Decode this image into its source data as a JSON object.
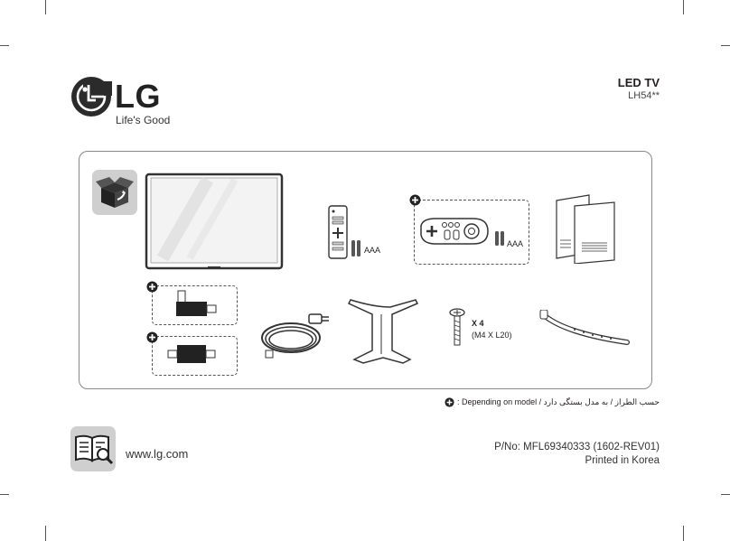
{
  "brand": {
    "logo_letters": "LG",
    "tagline": "Life's Good"
  },
  "product": {
    "title": "LED TV",
    "model": "LH54**"
  },
  "contents": {
    "remote1_battery": "AAA",
    "remote2_battery": "AAA",
    "screw_count": "X 4",
    "screw_spec": "(M4 X L20)"
  },
  "legend": {
    "text": ": Depending on model / حسب الطراز / به مدل بستگی دارد"
  },
  "footer": {
    "url": "www.lg.com",
    "part_no": "P/No: MFL69340333 (1602-REV01)",
    "printed": "Printed in Korea"
  },
  "icon_names": [
    "lg-logo-icon",
    "box-contents-icon",
    "manual-book-icon",
    "optional-plus-icon"
  ]
}
